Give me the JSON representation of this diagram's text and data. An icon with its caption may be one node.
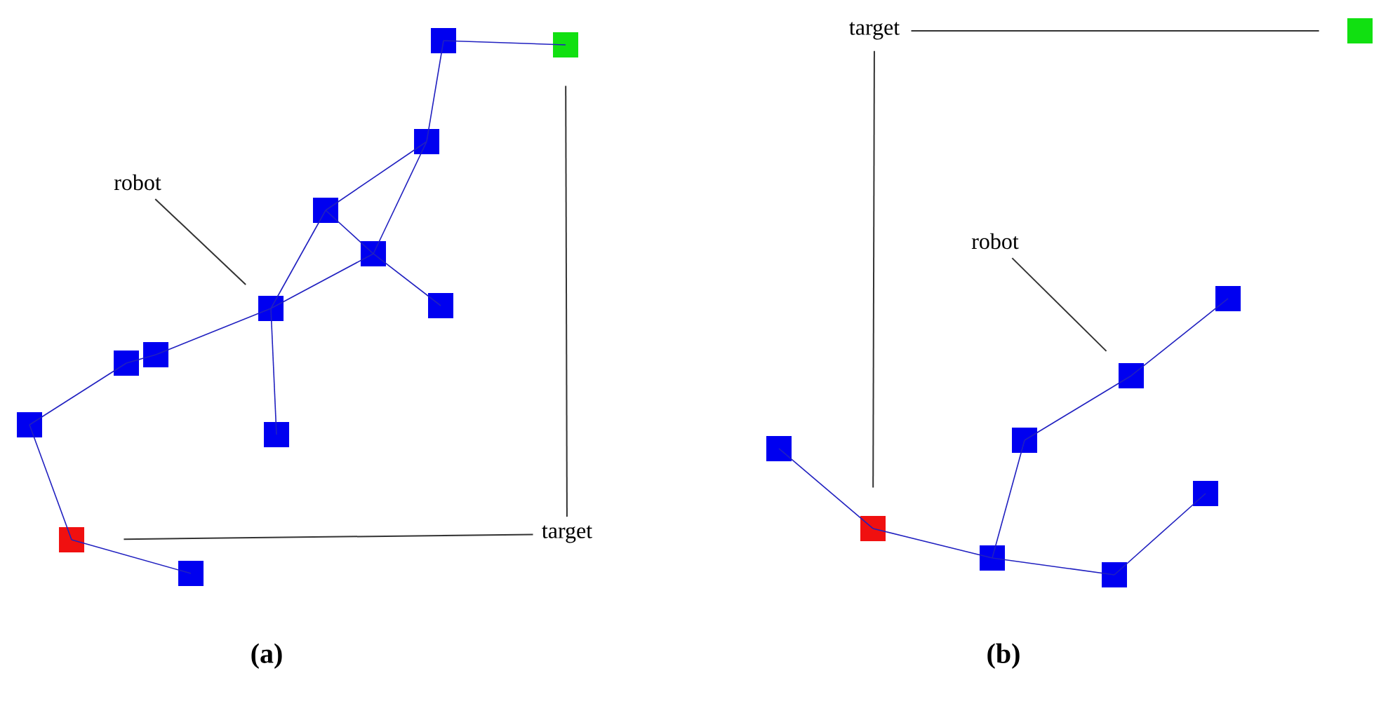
{
  "diagram": {
    "nodes": [
      {
        "text": [],
        "shape": "box"
      },
      {
        "text": [],
        "shape": "box"
      },
      {
        "text": [],
        "shape": "box"
      },
      {
        "text": [],
        "shape": "box"
      },
      {
        "text": [],
        "shape": "box"
      },
      {
        "text": [],
        "shape": "box"
      },
      {
        "text": [],
        "shape": "box"
      },
      {
        "text": [],
        "shape": "box"
      },
      {
        "text": [],
        "shape": "box"
      },
      {
        "text": [],
        "shape": "box"
      },
      {
        "text": [],
        "shape": "box"
      },
      {
        "text": [],
        "shape": "box"
      },
      {
        "text": [],
        "shape": "box"
      },
      {
        "text": [
          "robot"
        ]
      },
      {
        "text": [
          "target"
        ]
      },
      {
        "text": [
          "target"
        ]
      },
      {
        "text": [
          "robot"
        ]
      },
      {
        "text": [],
        "shape": "box"
      },
      {
        "text": [],
        "shape": "box"
      },
      {
        "text": [],
        "shape": "box"
      },
      {
        "text": [],
        "shape": "box"
      },
      {
        "text": [],
        "shape": "box"
      },
      {
        "text": [],
        "shape": "box"
      },
      {
        "text": [],
        "shape": "box"
      },
      {
        "text": [],
        "shape": "box"
      },
      {
        "text": [],
        "shape": "box"
      }
    ],
    "edges": [
      {
        "from": 0,
        "to": 1,
        "arrow": "none"
      },
      {
        "from": 0,
        "to": 2,
        "arrow": "none"
      },
      {
        "from": 2,
        "to": 3,
        "arrow": "none"
      },
      {
        "from": 2,
        "to": 4,
        "arrow": "none"
      },
      {
        "from": 3,
        "to": 4,
        "arrow": "none"
      },
      {
        "from": 3,
        "to": 6,
        "arrow": "none"
      },
      {
        "from": 4,
        "to": 6,
        "arrow": "none"
      },
      {
        "from": 4,
        "to": 5,
        "arrow": "none"
      },
      {
        "from": 6,
        "to": 7,
        "arrow": "none"
      },
      {
        "from": 7,
        "to": 8,
        "arrow": "none"
      },
      {
        "from": 8,
        "to": 9,
        "arrow": "none"
      },
      {
        "from": 6,
        "to": 10,
        "arrow": "none"
      },
      {
        "from": 9,
        "to": 11,
        "arrow": "none"
      },
      {
        "from": 11,
        "to": 12,
        "arrow": "none"
      },
      {
        "from": 13,
        "to": 6,
        "arrow": "none",
        "color": "#333333"
      },
      {
        "from": 14,
        "to": 1,
        "arrow": "none",
        "color": "#333333"
      },
      {
        "from": 14,
        "to": 11,
        "arrow": "none",
        "color": "#333333"
      },
      {
        "from": 18,
        "to": 19,
        "arrow": "none"
      },
      {
        "from": 19,
        "to": 23,
        "arrow": "none"
      },
      {
        "from": 23,
        "to": 20,
        "arrow": "none"
      },
      {
        "from": 20,
        "to": 21,
        "arrow": "none"
      },
      {
        "from": 21,
        "to": 22,
        "arrow": "none"
      },
      {
        "from": 23,
        "to": 25,
        "arrow": "none"
      },
      {
        "from": 25,
        "to": 24,
        "arrow": "none"
      },
      {
        "from": 16,
        "to": 21,
        "arrow": "none",
        "color": "#333333"
      },
      {
        "from": 15,
        "to": 17,
        "arrow": "none",
        "color": "#333333"
      },
      {
        "from": 15,
        "to": 19,
        "arrow": "none",
        "color": "#333333"
      }
    ],
    "labels": [
      "(a)",
      "(b)"
    ]
  }
}
